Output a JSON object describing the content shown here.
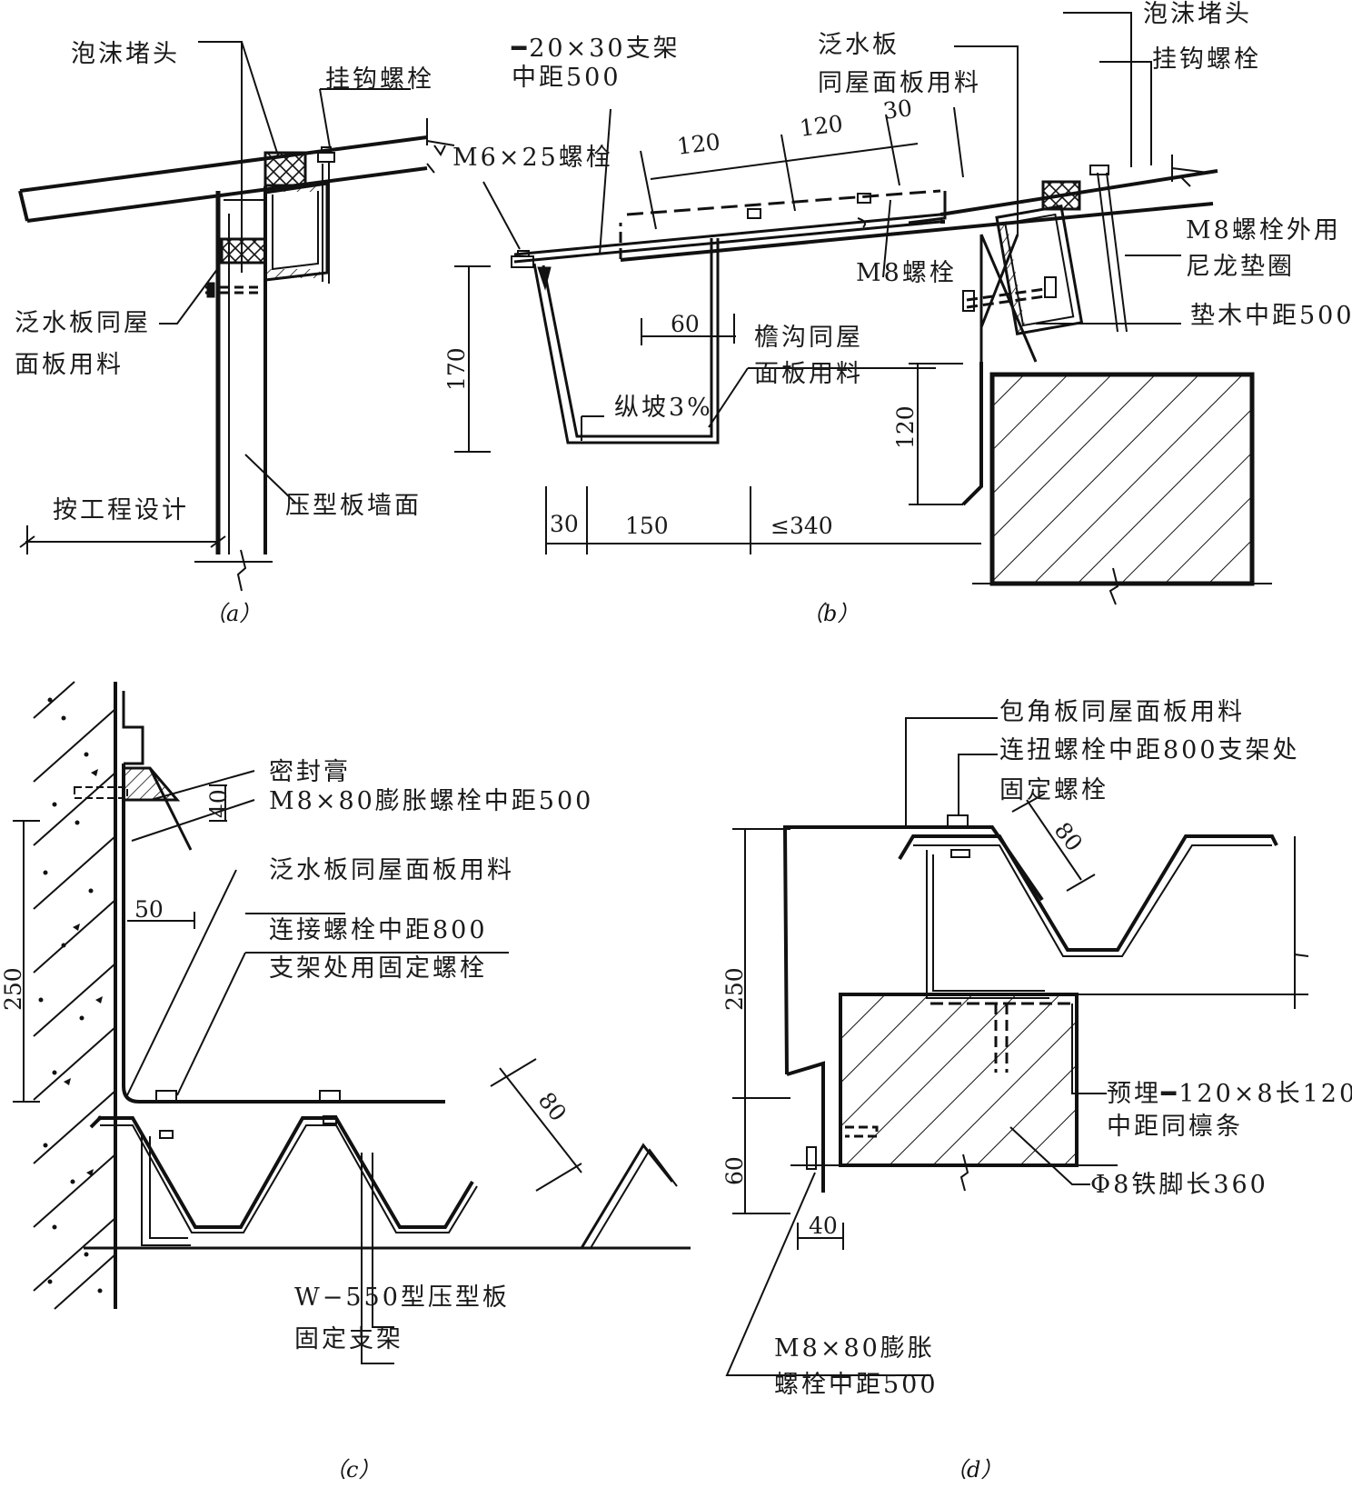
{
  "panels": {
    "a": {
      "caption": "（a）",
      "labels": {
        "foam_plug": "泡沫堵头",
        "hook_bolt": "挂钩螺栓",
        "flashing_1": "泛水板同屋",
        "flashing_2": "面板用料",
        "per_design": "按工程设计",
        "wall_panel": "压型板墙面"
      }
    },
    "b": {
      "caption": "（b）",
      "labels": {
        "bracket_1": "━20×30支架",
        "bracket_2": "中距500",
        "m6_bolt": "M6×25螺栓",
        "flashing_1": "泛水板",
        "flashing_2": "同屋面板用料",
        "foam_plug": "泡沫堵头",
        "hook_bolt": "挂钩螺栓",
        "m8_bolt": "M8螺栓",
        "m8_nylon_1": "M8螺栓外用",
        "m8_nylon_2": "尼龙垫圈",
        "wood_pad": "垫木中距500",
        "gutter_1": "檐沟同屋",
        "gutter_2": "面板用料",
        "slope": "纵坡3%"
      },
      "dimensions": {
        "d120a": "120",
        "d120b": "120",
        "d30top": "30",
        "d60": "60",
        "d170": "170",
        "d120v": "120",
        "d30": "30",
        "d150": "150",
        "d340": "≤340"
      }
    },
    "c": {
      "caption": "（c）",
      "labels": {
        "sealant": "密封膏",
        "anchor": "M8×80膨胀螺栓中距500",
        "flashing": "泛水板同屋面板用料",
        "conn_1": "连接螺栓中距800",
        "conn_2": "支架处用固定螺栓",
        "w550": "W−550型压型板",
        "fixed_bracket": "固定支架"
      },
      "dimensions": {
        "d250": "250",
        "d40": "40",
        "d50": "50",
        "d80": "80"
      }
    },
    "d": {
      "caption": "（d）",
      "labels": {
        "corner": "包角板同屋面板用料",
        "bolt_1": "连扭螺栓中距800支架处",
        "bolt_2": "固定螺栓",
        "embed_1": "预埋━120×8长120",
        "embed_2": "中距同檩条",
        "iron_foot": "Φ8铁脚长360",
        "anchor_1": "M8×80膨胀",
        "anchor_2": "螺栓中距500"
      },
      "dimensions": {
        "d80": "80",
        "d250": "250",
        "d60": "60",
        "d40": "40"
      }
    }
  }
}
